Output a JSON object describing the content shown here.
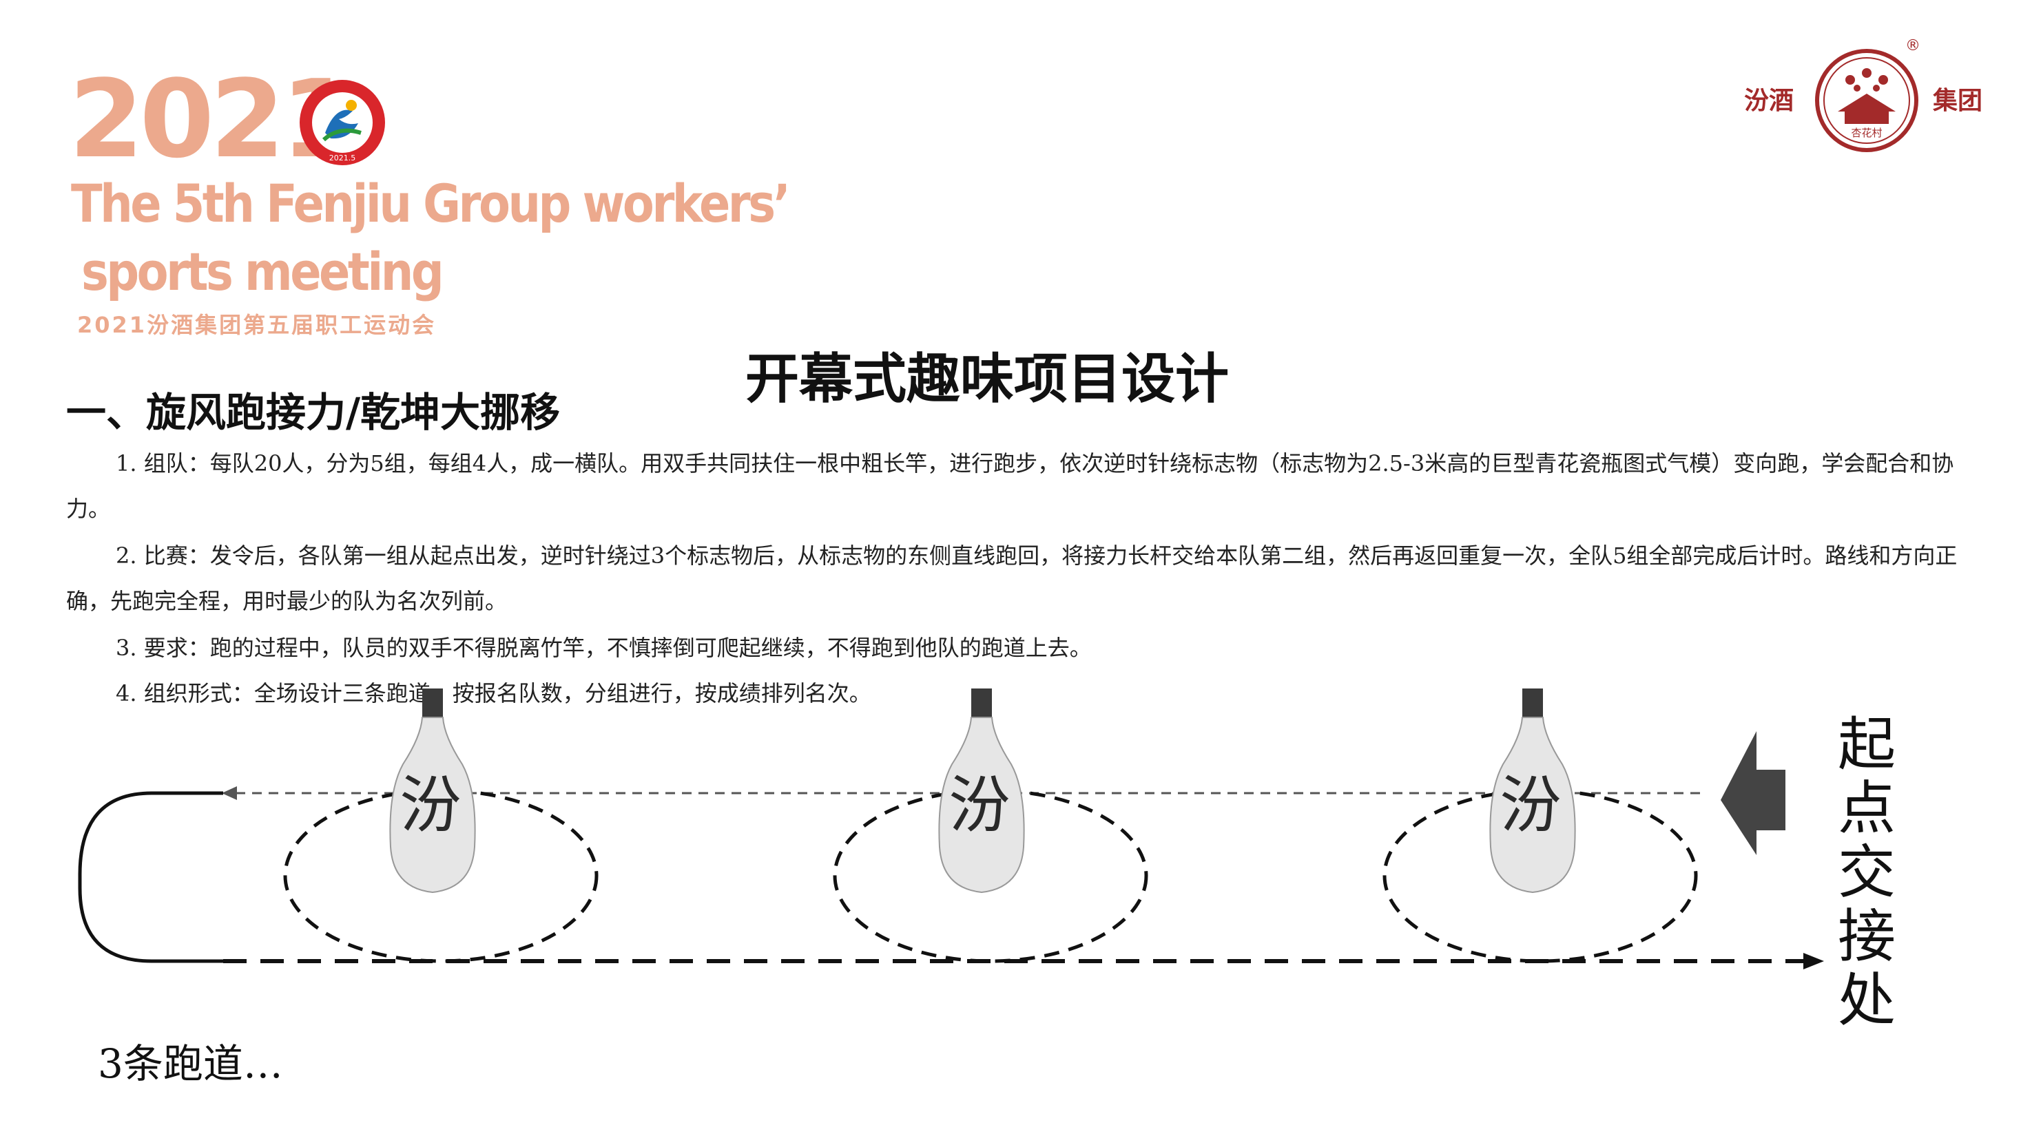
{
  "header": {
    "year": "2021",
    "title_en_line1": "The 5th Fenjiu Group workers’",
    "title_en_line2": "sports meeting",
    "title_cn": "2021汾酒集团第五届职工运动会",
    "emblem_year": "2021.5",
    "brand_left": "汾酒",
    "brand_right": "集团",
    "brand_logo_text": "杏花村",
    "registered_mark": "®"
  },
  "main_title": "开幕式趣味项目设计",
  "section_title": "一、旋风跑接力/乾坤大挪移",
  "paragraphs": [
    "1. 组队：每队20人，分为5组，每组4人，成一横队。用双手共同扶住一根中粗长竿，进行跑步，依次逆时针绕标志物（标志物为2.5-3米高的巨型青花瓷瓶图式气模）变向跑，学会配合和协力。",
    "2. 比赛：发令后，各队第一组从起点出发，逆时针绕过3个标志物后，从标志物的东侧直线跑回，将接力长杆交给本队第二组，然后再返回重复一次，全队5组全部完成后计时。路线和方向正确，先跑完全程，用时最少的队为名次列前。",
    "3. 要求：跑的过程中，队员的双手不得脱离竹竿，不慎摔倒可爬起继续，不得跑到他队的跑道上去。",
    "4. 组织形式：全场设计三条跑道，按报名队数，分组进行，按成绩排列名次。"
  ],
  "diagram": {
    "start_label": "起点交接处",
    "lanes_label": "3条跑道…",
    "bottle_mark": "汾",
    "colors": {
      "line": "#111111",
      "arrow": "#444444",
      "bottle_body": "#e6e6e6",
      "bottle_cap": "#3a3a3a"
    }
  }
}
